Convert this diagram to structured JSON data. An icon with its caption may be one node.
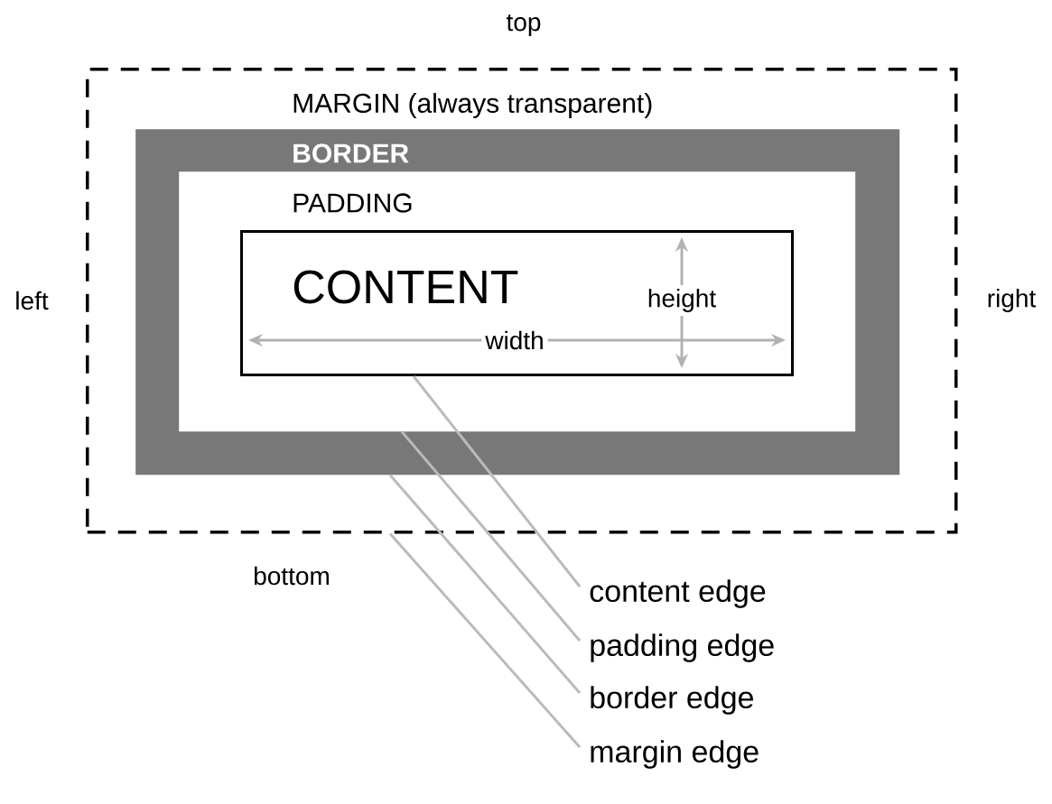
{
  "diagram": {
    "nodes": [
      {
        "text": [
          "MARGIN (always transparent)"
        ]
      },
      {
        "text": [
          "BORDER"
        ],
        "in": 0
      },
      {
        "text": [
          "PADDING"
        ],
        "in": 1
      },
      {
        "text": [
          "CONTENT"
        ],
        "in": 2
      },
      {
        "text": [
          "content edge"
        ]
      },
      {
        "text": [
          "padding edge"
        ]
      },
      {
        "text": [
          "border edge"
        ]
      },
      {
        "text": [
          "margin edge"
        ]
      }
    ],
    "edges": [
      {
        "from": 4,
        "to": 3,
        "arrow": "none",
        "color": "#bbbbbb"
      },
      {
        "from": 5,
        "to": 2,
        "arrow": "none",
        "color": "#bbbbbb"
      },
      {
        "from": 6,
        "to": 1,
        "arrow": "none",
        "color": "#bbbbbb"
      },
      {
        "from": 7,
        "to": 0,
        "arrow": "none",
        "color": "#bbbbbb"
      }
    ],
    "labels": [
      "top",
      "left",
      "height",
      "right",
      "width",
      "bottom"
    ]
  }
}
